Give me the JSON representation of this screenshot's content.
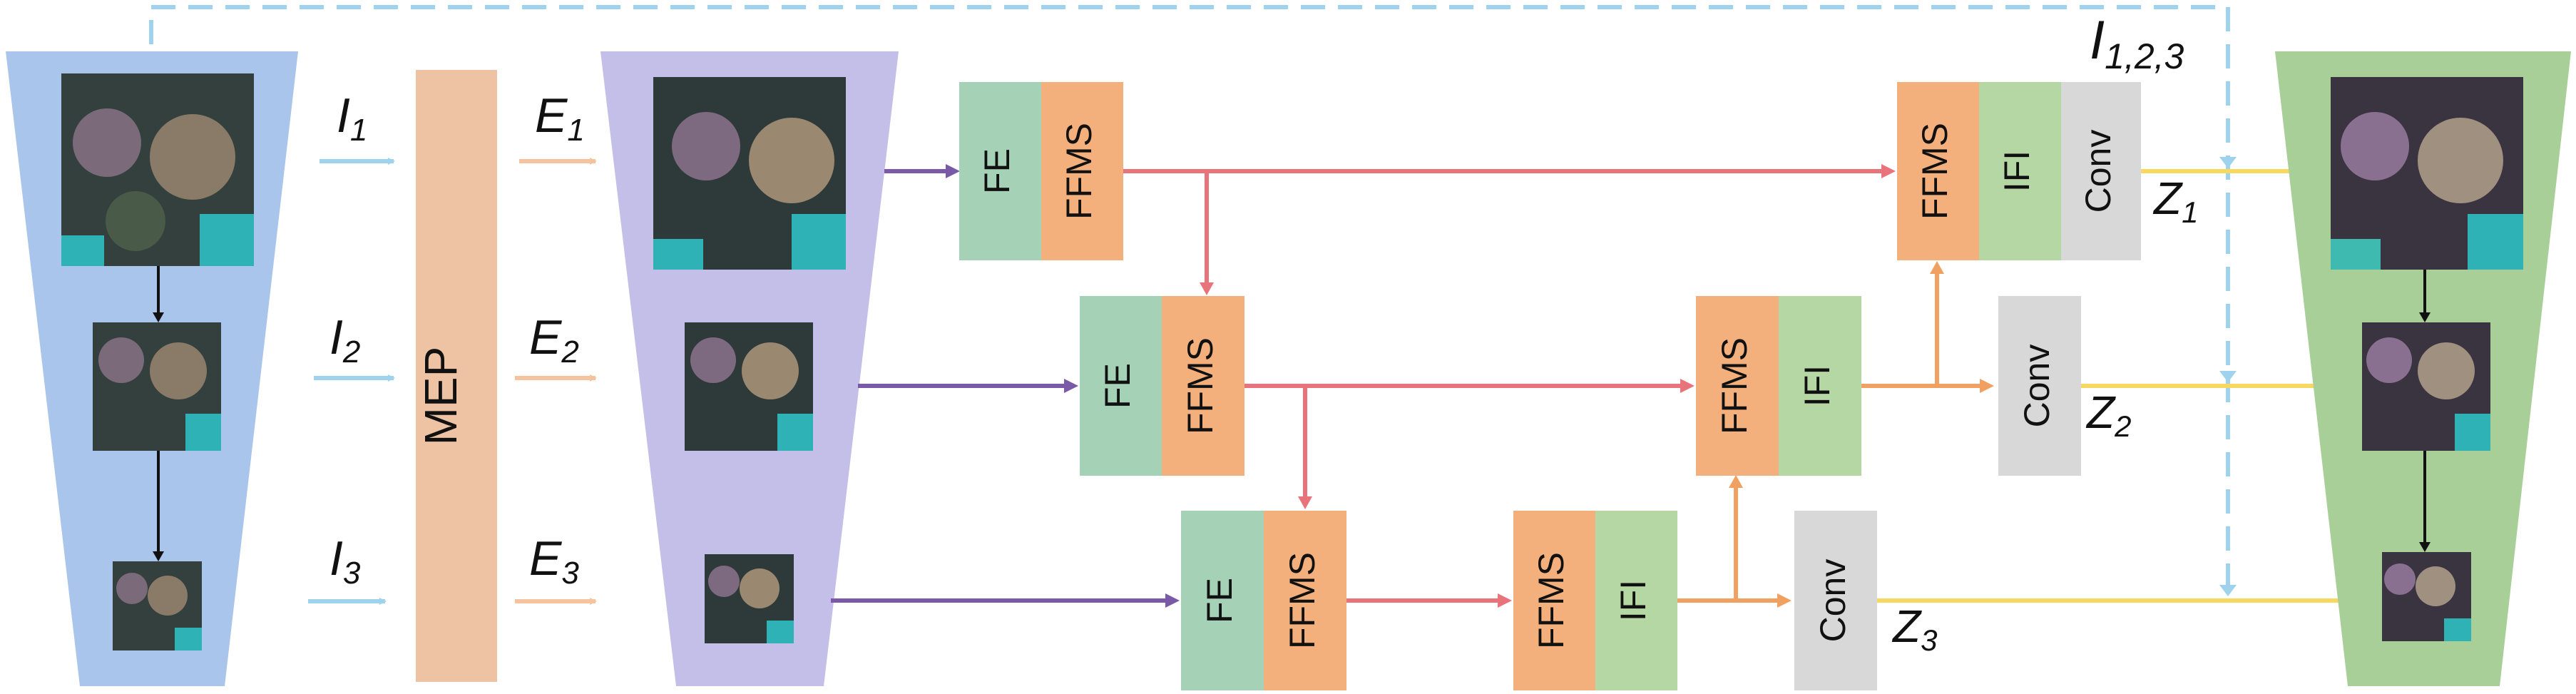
{
  "colors": {
    "input_pyramid": "#a9c5ec",
    "enhanced_pyramid": "#c3bfe9",
    "output_pyramid": "#a9cf98",
    "mep": "#eec3a3",
    "fe": "#a5d2b6",
    "ffms": "#f3b07c",
    "ifi": "#b5d7a4",
    "conv": "#d8d8d8",
    "arrow_blue": "#9fd2ec",
    "arrow_orange": "#f5c49e",
    "arrow_purple": "#7a5aa6",
    "arrow_red": "#e8737a",
    "arrow_orange_dark": "#f0a060",
    "arrow_yellow": "#f7d860",
    "dash_blue": "#9fd2ec",
    "photo_dark": "#2e3a3a",
    "photo_teal": "#2fb2b5"
  },
  "mep": {
    "label": "MEP"
  },
  "inputs": [
    {
      "base": "I",
      "sub": "1"
    },
    {
      "base": "I",
      "sub": "2"
    },
    {
      "base": "I",
      "sub": "3"
    }
  ],
  "enhanced": [
    {
      "base": "E",
      "sub": "1"
    },
    {
      "base": "E",
      "sub": "2"
    },
    {
      "base": "E",
      "sub": "3"
    }
  ],
  "modules": {
    "fe": "FE",
    "ffms": "FFMS",
    "ifi": "IFI",
    "conv": "Conv"
  },
  "outputs": [
    {
      "base": "Z",
      "sub": "1"
    },
    {
      "base": "Z",
      "sub": "2"
    },
    {
      "base": "Z",
      "sub": "3"
    }
  ],
  "skip_label": {
    "base": "I",
    "sub": "1,2,3"
  }
}
